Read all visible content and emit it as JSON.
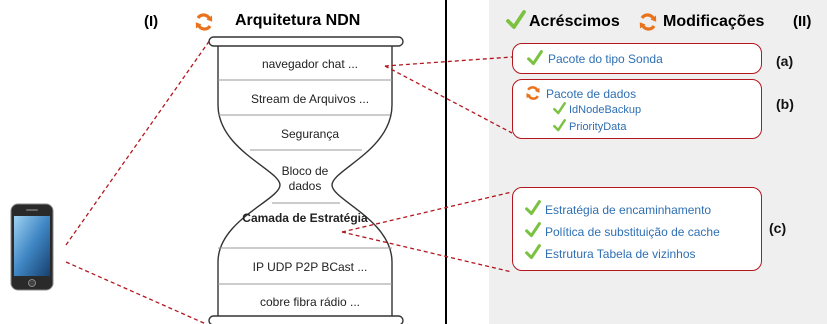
{
  "left_panel": {
    "label": "(I)",
    "title": "Arquitetura NDN",
    "layers": [
      "navegador  chat  ...",
      "Stream de Arquivos  ...",
      "Segurança",
      "Bloco de dados",
      "Camada de Estratégia",
      "IP  UDP  P2P  BCast  ...",
      "cobre  fibra  rádio  ..."
    ]
  },
  "right_panel": {
    "label": "(II)",
    "legend_additions": "Acréscimos",
    "legend_modifications": "Modificações",
    "box_a": {
      "tag": "(a)",
      "items": [
        "Pacote do tipo Sonda"
      ]
    },
    "box_b": {
      "tag": "(b)",
      "title": "Pacote de dados",
      "subitems": [
        "IdNodeBackup",
        "PriorityData"
      ]
    },
    "box_c": {
      "tag": "(c)",
      "items": [
        "Estratégia de encaminhamento",
        "Política de substituição de cache",
        "Estrutura Tabela de vizinhos"
      ]
    }
  },
  "colors": {
    "accent_red": "#b3161d",
    "check_green": "#7cc242",
    "sync_orange": "#e8731c",
    "item_blue": "#2f6fb3",
    "right_background": "#efefef"
  },
  "icons": [
    "smartphone-icon",
    "check-icon",
    "sync-icon"
  ]
}
